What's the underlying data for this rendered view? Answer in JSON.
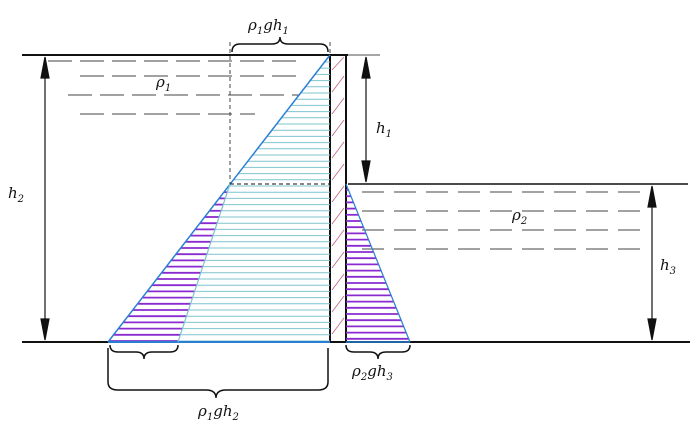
{
  "labels": {
    "rho1": {
      "main": "ρ",
      "sub": "1"
    },
    "rho2": {
      "main": "ρ",
      "sub": "2"
    },
    "h1": {
      "main": "h",
      "sub": "1"
    },
    "h2": {
      "main": "h",
      "sub": "2"
    },
    "h3": {
      "main": "h",
      "sub": "3"
    },
    "top_brace": {
      "parts": [
        [
          "ρ",
          "1"
        ],
        [
          "g",
          ""
        ],
        [
          "h",
          "1"
        ]
      ]
    },
    "bottom_left_brace": {
      "parts": [
        [
          "ρ",
          "1"
        ],
        [
          "g",
          ""
        ],
        [
          "h",
          "2"
        ]
      ]
    },
    "bottom_right_brace": {
      "parts": [
        [
          "ρ",
          "2"
        ],
        [
          "g",
          ""
        ],
        [
          "h",
          "3"
        ]
      ]
    }
  },
  "colors": {
    "line": "#111111",
    "blue_fill": "#2a7fd4",
    "cyan_hatch": "#7fc4cf",
    "purple_hatch": "#8a2bd0",
    "wall_hatch": "#c06080",
    "dash": "#444444"
  }
}
